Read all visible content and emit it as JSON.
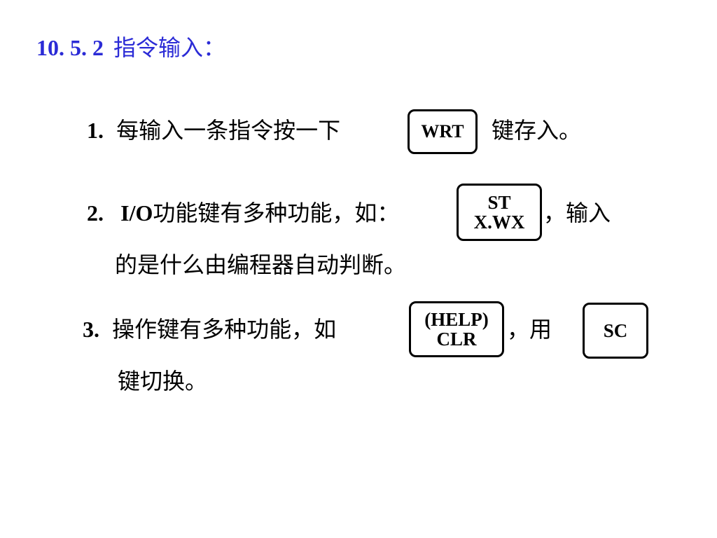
{
  "title": {
    "number": "10. 5. 2",
    "text": "指令输入："
  },
  "items": [
    {
      "label": "1.",
      "text_before": "每输入一条指令按一下",
      "key": "WRT",
      "text_after": "键存入。"
    },
    {
      "label": "2.",
      "text_before_latin": "I/O",
      "text_before": "功能键有多种功能，如：",
      "key_lines": [
        "ST",
        "X.WX"
      ],
      "text_after": "，输入",
      "text_line2": "的是什么由编程器自动判断。"
    },
    {
      "label": "3.",
      "text_before": "操作键有多种功能，如",
      "key_lines": [
        "(HELP)",
        "CLR"
      ],
      "text_after": "，用",
      "key2": "SC",
      "text_line2": "键切换。"
    }
  ],
  "colors": {
    "title": "#2b2bd6",
    "text": "#000000",
    "key_border": "#000000"
  }
}
